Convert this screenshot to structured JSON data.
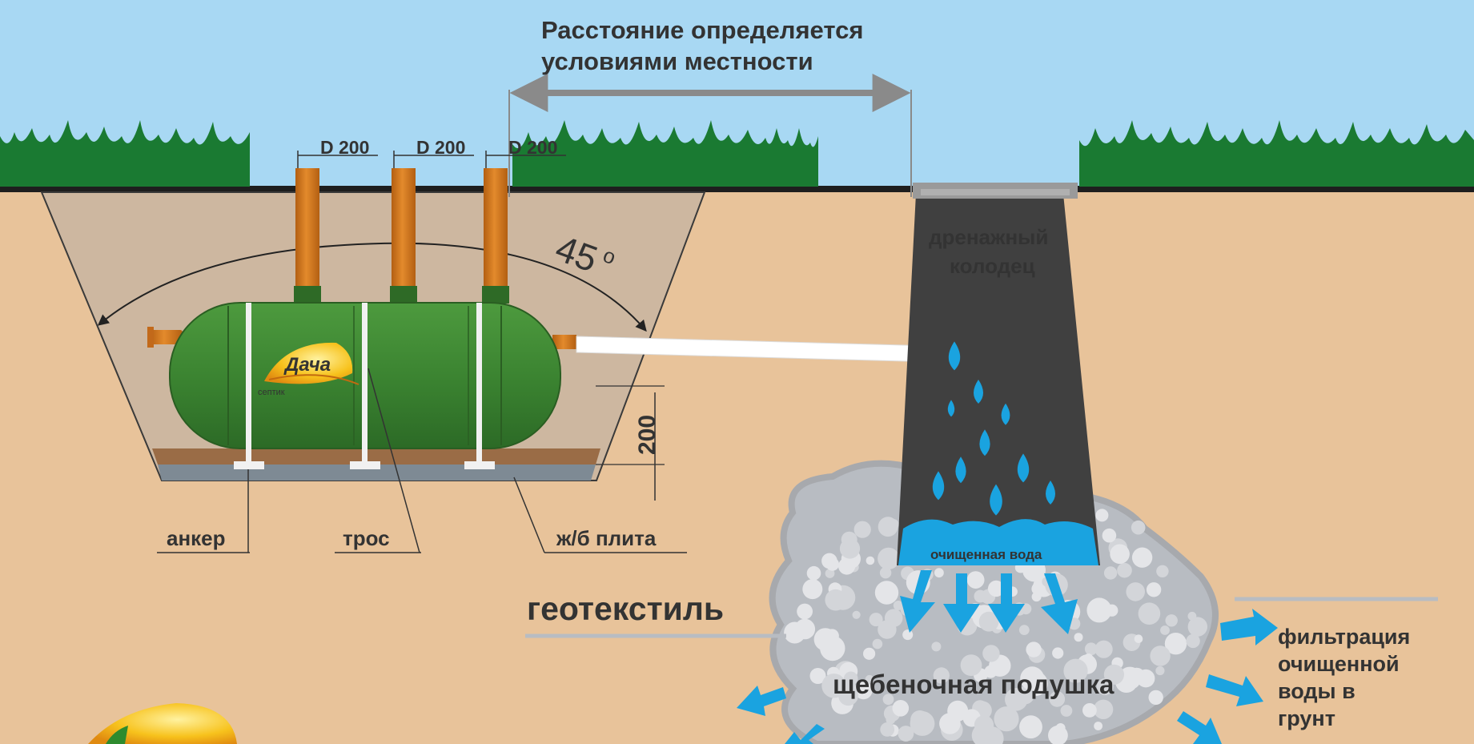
{
  "colors": {
    "sky": "#a8d8f3",
    "soil": "#e8c39a",
    "pit": "#cdb7a0",
    "grass": "#1a7a32",
    "tank": "#3f8a35",
    "pipe": "#d2761e",
    "well": "#404040",
    "water": "#1aa3e0",
    "gravel": "#b8bcc2",
    "text": "#333333"
  },
  "labels": {
    "distance_note_line1": "Расстояние определяется",
    "distance_note_line2": "условиями местности",
    "pipe_d1": "D 200",
    "pipe_d2": "D 200",
    "pipe_d3": "D 200",
    "angle": "45",
    "angle_unit": "о",
    "dim_200": "200",
    "anchor": "анкер",
    "rope": "трос",
    "concrete_slab": "ж/б плита",
    "well_line1": "дренажный",
    "well_line2": "колодец",
    "clean_water": "очищенная вода",
    "geotextile": "геотекстиль",
    "gravel_bed": "щебеночная подушка",
    "filtration_line1": "фильтрация",
    "filtration_line2": "очищенной",
    "filtration_line3": "воды в",
    "filtration_line4": "грунт"
  },
  "logo": {
    "brand": "Дача",
    "sub": "септик"
  },
  "icons": {
    "water_drop": "water-drop-icon",
    "flow_arrow": "flow-arrow-icon"
  }
}
